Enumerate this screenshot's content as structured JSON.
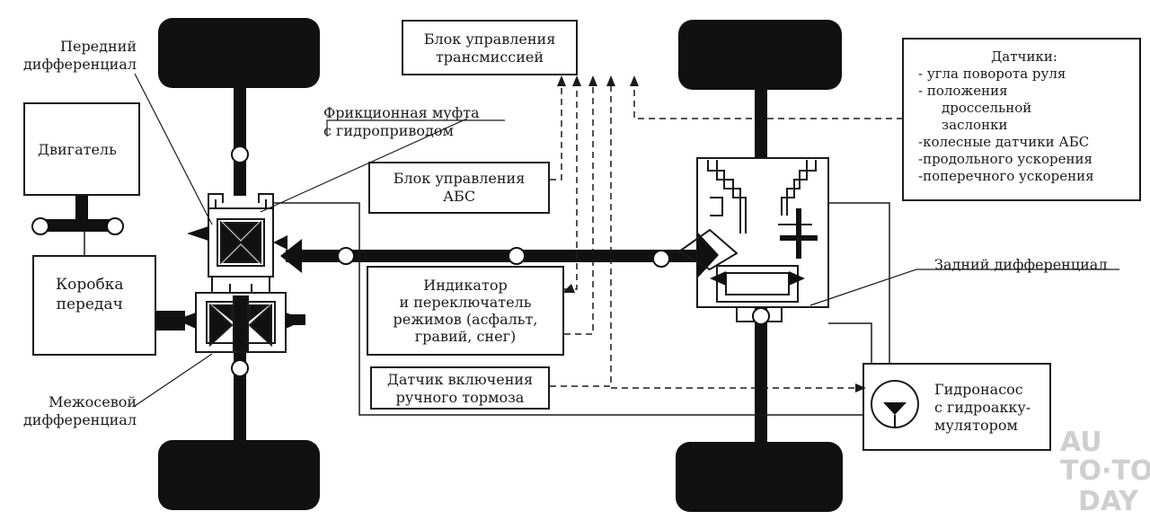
{
  "labels": {
    "front_diff": [
      "Передний",
      "дифференциал"
    ],
    "engine": "Двигатель",
    "gearbox": [
      "Коробка",
      "передач"
    ],
    "friction_clutch": [
      "Фрикционная муфта",
      "с гидроприводом"
    ],
    "center_diff": [
      "Межосевой",
      "дифференциал"
    ],
    "tcu": [
      "Блок управления",
      "трансмиссией"
    ],
    "abs_unit": [
      "Блок управления",
      "АБС"
    ],
    "indicator": [
      "Индикатор",
      "и переключатель",
      "режимов (асфальт,",
      "гравий, снег)"
    ],
    "handbrake": [
      "Датчик включения",
      "ручного тормоза"
    ],
    "sensors_title": "Датчики:",
    "sensors": [
      "- угла поворота руля",
      "- положения",
      "дроссельной",
      "заслонки",
      "-колесные датчики АБС",
      "-продольного ускорения",
      "-поперечного ускорения"
    ],
    "rear_diff": "Задний дифференциал",
    "pump": [
      "Гидронасос",
      "с гидроакку-",
      "мулятором"
    ]
  },
  "watermark": [
    "AU",
    "TO·TO",
    "DAY"
  ]
}
